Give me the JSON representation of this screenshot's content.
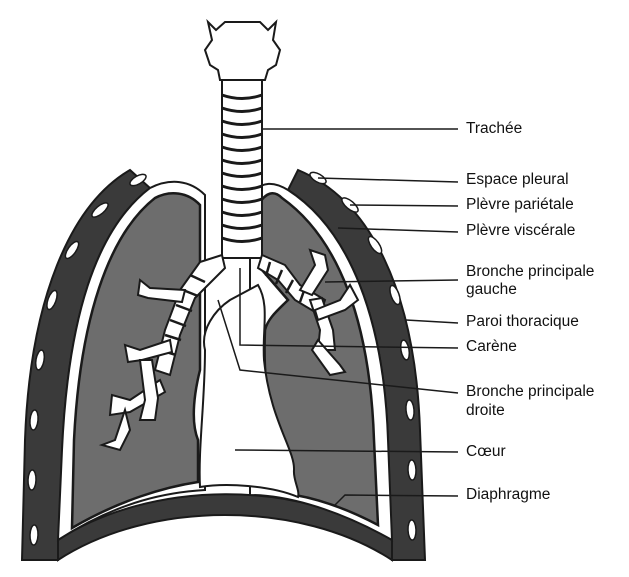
{
  "labels": {
    "trachee": "Trachée",
    "espace_pleural": "Espace pleural",
    "plevre_parietale": "Plèvre pariétale",
    "plevre_viscerale": "Plèvre viscérale",
    "bronche_gauche_l1": "Bronche principale",
    "bronche_gauche_l2": "gauche",
    "paroi_thoracique": "Paroi thoracique",
    "carene": "Carène",
    "bronche_droite_l1": "Bronche principale",
    "bronche_droite_l2": "droite",
    "coeur": "Cœur",
    "diaphragme": "Diaphragme"
  },
  "colors": {
    "lung_fill": "#6d6d6d",
    "outline": "#1a1a1a",
    "wall_fill": "#3a3a3a",
    "background": "#ffffff"
  }
}
